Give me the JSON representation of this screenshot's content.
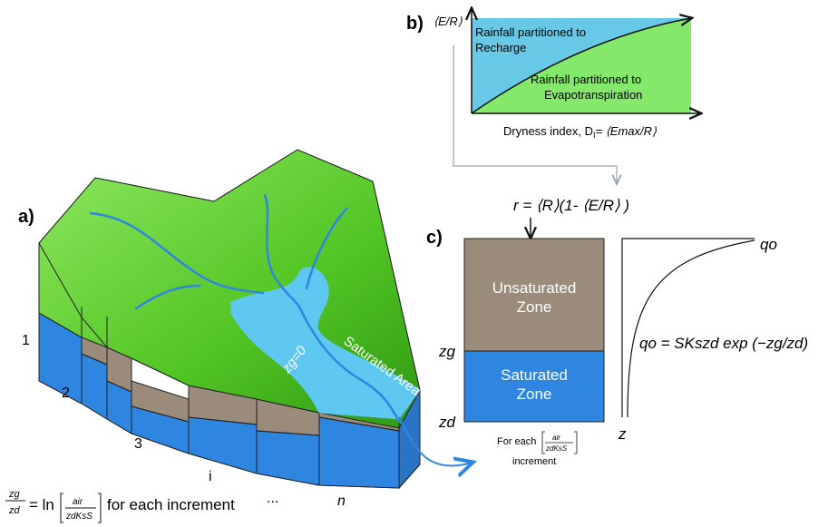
{
  "panel_a": {
    "label": "a)",
    "saturated_label": "Saturated Area",
    "zg_zero_label": "zg=0",
    "increment_labels": [
      "1",
      "2",
      "3",
      "i",
      "...",
      "n"
    ],
    "formula_lhs_num": "zg",
    "formula_lhs_den": "zd",
    "formula_eq": "= ln",
    "formula_num": "air",
    "formula_den": "zdKsS",
    "formula_tail": "for each increment"
  },
  "panel_b": {
    "label": "b)",
    "ylabel": "⟨E/R⟩",
    "xlabel_prefix": "Dryness index, D",
    "xlabel_sub": "I",
    "xlabel_suffix": "= ⟨Emax/R⟩",
    "recharge_text_1": "Rainfall partitioned to",
    "recharge_text_2": "Recharge",
    "evap_text_1": "Rainfall partitioned to",
    "evap_text_2": "Evapotranspiration"
  },
  "panel_c": {
    "label": "c)",
    "recharge_formula": "r = ⟨R⟩(1- ⟨E/R⟩ )",
    "unsat_1": "Unsaturated",
    "unsat_2": "Zone",
    "sat_1": "Saturated",
    "sat_2": "Zone",
    "zg_label": "zg",
    "zd_label": "zd",
    "increment_prefix": "For each",
    "increment_num": "air",
    "increment_den": "zdKsS",
    "increment_suffix": "increment",
    "q0_label": "qo",
    "z_label": "z",
    "q0_formula": "qo = SKszd exp (−zg/zd)"
  },
  "colors": {
    "green": "#5fd42a",
    "green_light": "#8fe860",
    "blue_sat": "#5ec8f0",
    "soil": "#9b8b7b",
    "sat_zone": "#2f86e0",
    "b_blue": "#67c9e6",
    "b_green": "#84e86a"
  }
}
